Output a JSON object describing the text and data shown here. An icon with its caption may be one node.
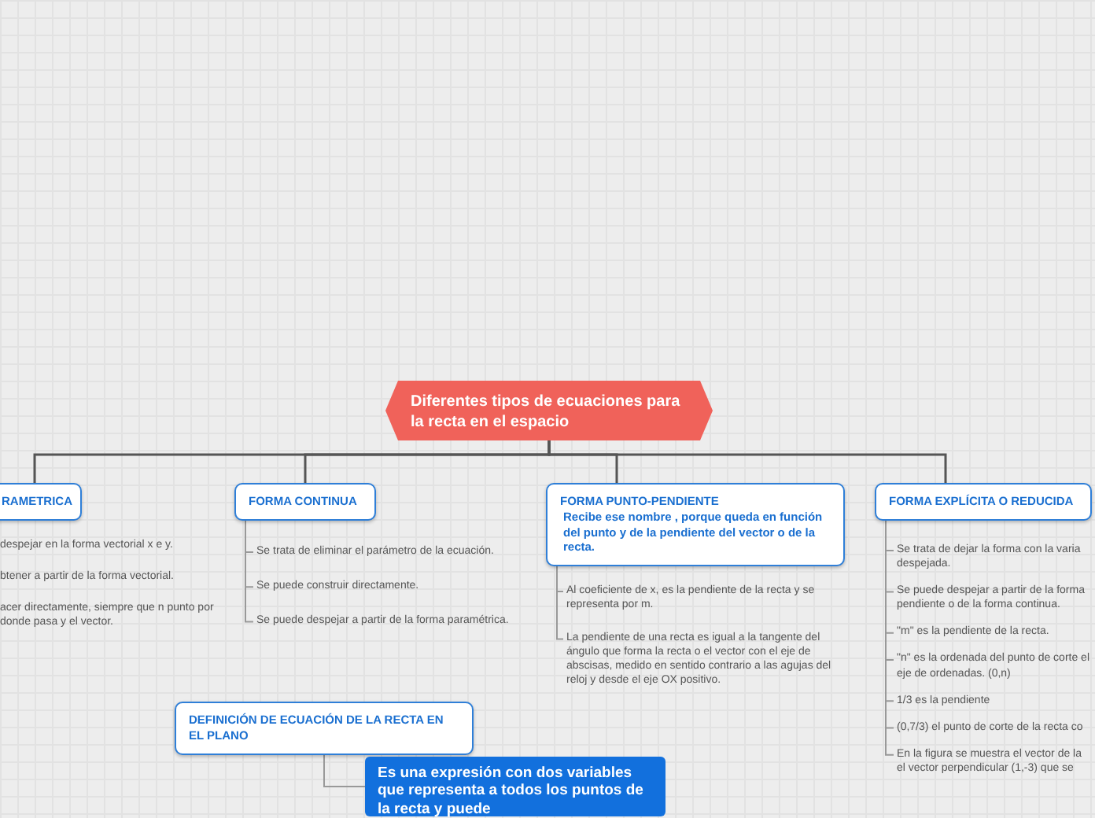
{
  "diagram": {
    "nodes": [
      {
        "text": [
          "Diferentes tipos de ecuaciones para la recta en el espacio"
        ]
      },
      {
        "text": [
          "RAMETRICA"
        ]
      },
      {
        "text": [
          "despejar en la forma vectorial x e y."
        ]
      },
      {
        "text": [
          "btener a partir de la forma vectorial."
        ]
      },
      {
        "text": [
          "acer directamente, siempre que n punto por donde pasa y el vector."
        ]
      },
      {
        "text": [
          "FORMA CONTINUA"
        ]
      },
      {
        "text": [
          "Se trata de eliminar el parámetro de la ecuación."
        ]
      },
      {
        "text": [
          "Se puede construir directamente."
        ]
      },
      {
        "text": [
          "Se puede despejar a partir de la forma paramétrica."
        ]
      },
      {
        "text": [
          "FORMA PUNTO-PENDIENTE",
          "Recibe ese nombre , porque queda en función del punto y de la pendiente del vector o de la recta."
        ]
      },
      {
        "text": [
          "Al coeficiente de x, es la pendiente de la recta y se representa por m."
        ]
      },
      {
        "text": [
          "La pendiente de una recta es igual a la tangente del ángulo que forma la recta o el vector con el eje de abscisas, medido en sentido contrario a las agujas del reloj y desde el eje OX positivo."
        ]
      },
      {
        "text": [
          "FORMA EXPLÍCITA O REDUCIDA"
        ]
      },
      {
        "text": [
          "Se trata de dejar la forma con la varia despejada."
        ]
      },
      {
        "text": [
          "Se puede despejar a partir de la forma pendiente o de la forma continua."
        ]
      },
      {
        "text": [
          "\"m\" es la pendiente de la recta."
        ]
      },
      {
        "text": [
          "\"n\" es la ordenada del punto de corte el eje de ordenadas. (0,n)"
        ]
      },
      {
        "text": [
          "1/3 es la pendiente"
        ]
      },
      {
        "text": [
          "(0,7/3) el punto de corte de la recta co"
        ]
      },
      {
        "text": [
          "En la figura se muestra el vector de la el vector perpendicular  (1,-3) que se"
        ]
      },
      {
        "text": [
          "DEFINICIÓN DE ECUACIÓN DE LA RECTA EN EL PLANO"
        ]
      },
      {
        "text": [
          "Es una expresión con dos variables que representa a todos los puntos de la recta y puede"
        ]
      }
    ],
    "edges": [
      {
        "from": 0,
        "to": 1,
        "arrow": "none"
      },
      {
        "from": 0,
        "to": 5,
        "arrow": "none"
      },
      {
        "from": 0,
        "to": 9,
        "arrow": "none"
      },
      {
        "from": 0,
        "to": 12,
        "arrow": "none"
      },
      {
        "from": 5,
        "to": 6,
        "arrow": "none"
      },
      {
        "from": 5,
        "to": 7,
        "arrow": "none"
      },
      {
        "from": 5,
        "to": 8,
        "arrow": "none"
      },
      {
        "from": 9,
        "to": 10,
        "arrow": "none"
      },
      {
        "from": 9,
        "to": 11,
        "arrow": "none"
      },
      {
        "from": 12,
        "to": 13,
        "arrow": "none"
      },
      {
        "from": 12,
        "to": 14,
        "arrow": "none"
      },
      {
        "from": 12,
        "to": 15,
        "arrow": "none"
      },
      {
        "from": 12,
        "to": 16,
        "arrow": "none"
      },
      {
        "from": 12,
        "to": 17,
        "arrow": "none"
      },
      {
        "from": 12,
        "to": 18,
        "arrow": "none"
      },
      {
        "from": 12,
        "to": 19,
        "arrow": "none"
      },
      {
        "from": 20,
        "to": 21,
        "arrow": "none"
      }
    ]
  }
}
